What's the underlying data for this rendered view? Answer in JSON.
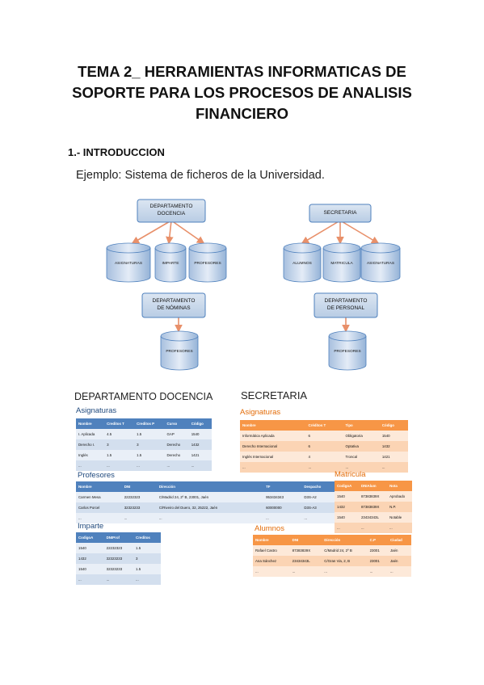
{
  "title_lines": [
    "TEMA 2_ HERRAMIENTAS INFORMATICAS DE",
    "SOPORTE PARA LOS PROCESOS DE ANALISIS",
    "FINANCIERO"
  ],
  "section": "1.- INTRODUCCION",
  "diagram": {
    "heading": "Ejemplo:  Sistema de ficheros de la Universidad.",
    "dept_docencia": [
      "DEPARTAMENTO",
      "DOCENCIA"
    ],
    "secretaria": "SECRETARIA",
    "dept_nominas": [
      "DEPARTAMENTO",
      "DE NÓMINAS"
    ],
    "dept_personal": [
      "DEPARTAMENTO",
      "DE PERSONAL"
    ],
    "db_asignaturas": "ASIGNATURAS",
    "db_imparte": "IMPARTE",
    "db_profesores": "PROFESORES",
    "db_alumnos": "ALUMNOS",
    "db_matricula": "MATRICULA",
    "db_asignaturas2": "ASIGNATURAS",
    "db_profesores2": "PROFESORES",
    "db_profesores3": "PROFESORES"
  },
  "tables_section": {
    "docencia_title": "DEPARTAMENTO DOCENCIA",
    "secretaria_title": "SECRETARIA",
    "asignaturas_d": {
      "caption": "Asignaturas",
      "headers": [
        "Nombre",
        "Creditos T",
        "Creditos P",
        "Curso",
        "Código"
      ],
      "rows": [
        [
          "I. Aplicada",
          "4.5",
          "1.5",
          "GAP",
          "1540"
        ],
        [
          "Derecho I.",
          "3",
          "3",
          "Derecho",
          "1432"
        ],
        [
          "Inglés",
          "1.5",
          "1.5",
          "Derecho",
          "1421"
        ],
        [
          "...",
          "...",
          "...",
          "...",
          "..."
        ]
      ]
    },
    "profesores": {
      "caption": "Profesores",
      "headers": [
        "Nombre",
        "DNI",
        "Dirección",
        "TF",
        "Despacho"
      ],
      "rows": [
        [
          "Carmen Mesa",
          "22232323",
          "C/Madrid 24, 2º B, 23001, Jaén",
          "953434343",
          "D3S-A2"
        ],
        [
          "Carlos Porcel",
          "32323233",
          "C/Riveiro del Duero, 32, 25222, Jaén",
          "60000000",
          "D3S-A3"
        ],
        [
          "...",
          "...",
          "...",
          "...",
          "..."
        ]
      ]
    },
    "imparte": {
      "caption": "Imparte",
      "headers": [
        "CodigoA",
        "DNIProf",
        "Creditos"
      ],
      "rows": [
        [
          "1540",
          "22232323",
          "1.5"
        ],
        [
          "1432",
          "32323233",
          "3"
        ],
        [
          "1540",
          "32323233",
          "1.5"
        ],
        [
          "...",
          "...",
          "..."
        ]
      ]
    },
    "asignaturas_s": {
      "caption": "Asignaturas",
      "headers": [
        "Nombre",
        "Créditos T",
        "Tipo",
        "Código"
      ],
      "rows": [
        [
          "Informática Aplicada",
          "6",
          "Obligatoria",
          "1540"
        ],
        [
          "Derecho Internacional",
          "6",
          "Optativa",
          "1432"
        ],
        [
          "Inglés Internacional",
          "4",
          "Troncal",
          "1421"
        ],
        [
          "...",
          "...",
          "...",
          "..."
        ]
      ]
    },
    "matricula": {
      "caption": "Matricula",
      "headers": [
        "CodigoA",
        "DNIAlum",
        "Nota"
      ],
      "rows": [
        [
          "1540",
          "87383839X",
          "Aprobado"
        ],
        [
          "1432",
          "87383839X",
          "N.P."
        ],
        [
          "1540",
          "23434343L",
          "Notable"
        ],
        [
          "...",
          "...",
          "..."
        ]
      ]
    },
    "alumnos": {
      "caption": "Alumnos",
      "headers": [
        "Nombre",
        "DNI",
        "Dirección",
        "C.P",
        "Ciudad"
      ],
      "rows": [
        [
          "Rafael Castro",
          "87383839X",
          "C/Madrid 24, 2º B",
          "23001",
          "Jaén"
        ],
        [
          "Ana Sánchez",
          "23434343L",
          "C/Gran Via, 2, B",
          "23001",
          "Jaén"
        ],
        [
          "...",
          "...",
          "...",
          "...",
          "..."
        ]
      ]
    }
  }
}
